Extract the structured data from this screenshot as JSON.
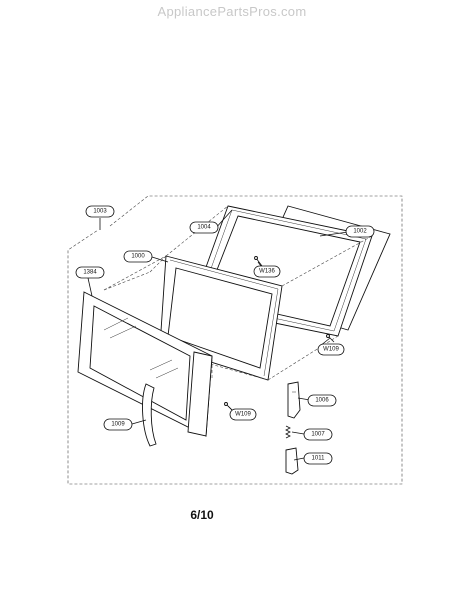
{
  "watermark": "AppliancePartsPros.com",
  "page_number": "6/10",
  "callouts": [
    "1003",
    "1004",
    "1002",
    "1000",
    "W136",
    "1384",
    "W109",
    "1006",
    "1009",
    "W109",
    "1007",
    "1011"
  ]
}
